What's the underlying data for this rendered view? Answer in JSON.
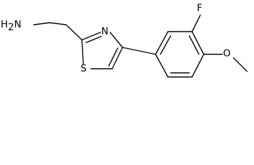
{
  "molecule": {
    "atoms": {
      "amine": {
        "symbol": "H",
        "subscript": "2",
        "element": "N"
      },
      "ring_nitrogen": "N",
      "ring_sulfur": "S",
      "fluorine": "F",
      "oxygen": "O"
    },
    "colors": {
      "bond": "#000000",
      "label": "#000000",
      "background": "#ffffff"
    }
  }
}
